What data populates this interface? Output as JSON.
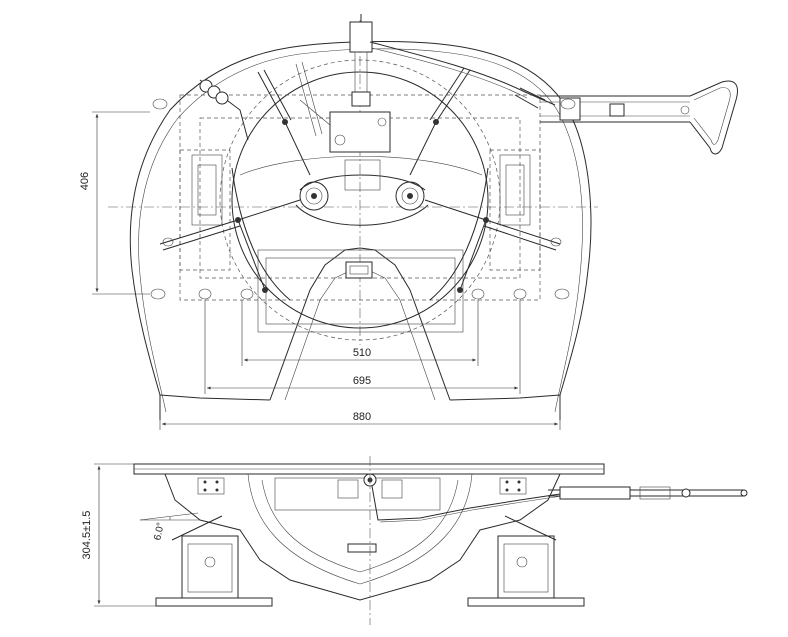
{
  "dimensions": {
    "height_406": "406",
    "width_510": "510",
    "width_695": "695",
    "width_880": "880",
    "height_side": "304.5±1.5",
    "angle_tilt": "6.0°"
  }
}
